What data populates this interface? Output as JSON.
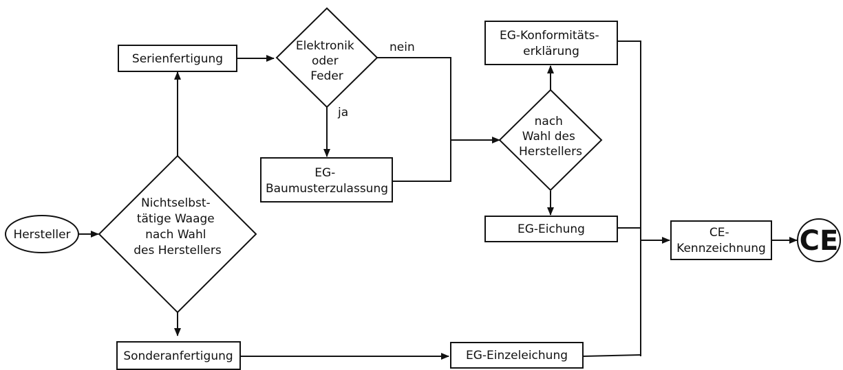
{
  "nodes": {
    "hersteller": "Hersteller",
    "waage": [
      "Nichtselbst-",
      "tätige Waage",
      "nach Wahl",
      "des Herstellers"
    ],
    "serienfertigung": "Serienfertigung",
    "elektronik": [
      "Elektronik",
      "oder",
      "Feder"
    ],
    "baumuster": [
      "EG-",
      "Baumusterzulassung"
    ],
    "wahl": [
      "nach",
      "Wahl des",
      "Herstellers"
    ],
    "konformitaet": [
      "EG-Konformitäts-",
      "erklärung"
    ],
    "eichung": "EG-Eichung",
    "sonderanfertigung": "Sonderanfertigung",
    "einzeleichung": "EG-Einzeleichung",
    "ce_kennzeichnung": [
      "CE-",
      "Kennzeichnung"
    ],
    "ce_mark": "CE"
  },
  "edge_labels": {
    "nein": "nein",
    "ja": "ja"
  }
}
